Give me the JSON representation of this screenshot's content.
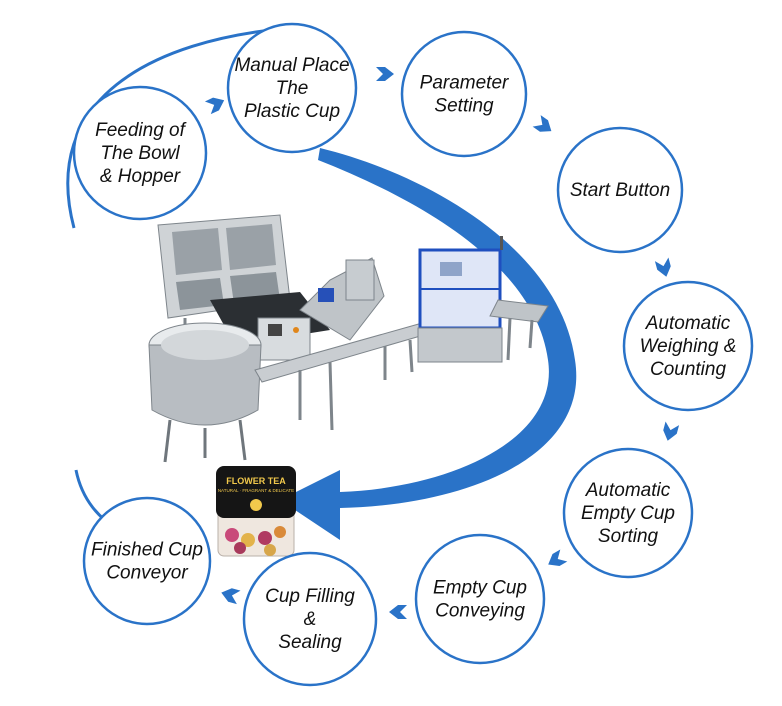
{
  "colors": {
    "accent": "#2a73c8",
    "node_fill": "#ffffff",
    "text": "#111111",
    "steel": "#b8bdc2",
    "frame_blue": "#1f4fbf"
  },
  "steps": [
    {
      "id": "feeding",
      "lines": [
        "Feeding of",
        "The Bowl",
        "& Hopper"
      ]
    },
    {
      "id": "manual-place",
      "lines": [
        "Manual Place",
        "The",
        "Plastic Cup"
      ]
    },
    {
      "id": "parameter",
      "lines": [
        "Parameter",
        "Setting"
      ]
    },
    {
      "id": "start",
      "lines": [
        "Start Button"
      ]
    },
    {
      "id": "weighing",
      "lines": [
        "Automatic",
        "Weighing &",
        "Counting"
      ]
    },
    {
      "id": "sorting",
      "lines": [
        "Automatic",
        "Empty Cup",
        "Sorting"
      ]
    },
    {
      "id": "conveying",
      "lines": [
        "Empty Cup",
        "Conveying"
      ]
    },
    {
      "id": "filling",
      "lines": [
        "Cup Filling",
        "&",
        "Sealing"
      ]
    },
    {
      "id": "finished",
      "lines": [
        "Finished Cup",
        "Conveyor"
      ]
    }
  ],
  "product": {
    "brand": "FLOWER TEA",
    "tagline": "NATURAL · FRAGRANT & DELICATE"
  },
  "icons": {
    "arrow": "chevron-arrow-icon",
    "machine": "packing-machine-illustration",
    "cup": "tea-cup-product-icon"
  }
}
